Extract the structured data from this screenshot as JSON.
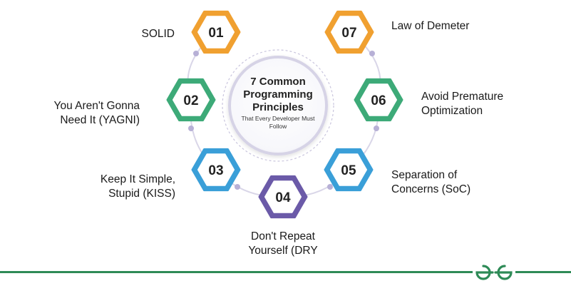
{
  "diagram": {
    "center": {
      "title": "7 Common Programming Principles",
      "subtitle": "That Every Developer Must Follow"
    },
    "principles": [
      {
        "number": "01",
        "label": "SOLID",
        "color": "#f0a030"
      },
      {
        "number": "02",
        "label": "You Aren't Gonna\nNeed It (YAGNI)",
        "color": "#3daa78"
      },
      {
        "number": "03",
        "label": "Keep It Simple,\nStupid (KISS)",
        "color": "#3a9fd8"
      },
      {
        "number": "04",
        "label": "Don't Repeat\nYourself (DRY",
        "color": "#6b5aa8"
      },
      {
        "number": "05",
        "label": "Separation of\nConcerns (SoC)",
        "color": "#3a9fd8"
      },
      {
        "number": "06",
        "label": "Avoid Premature\nOptimization",
        "color": "#3daa78"
      },
      {
        "number": "07",
        "label": "Law of Demeter",
        "color": "#f0a030"
      }
    ]
  },
  "footer": {
    "logo_icon": "gfg-logo-icon",
    "line_color": "#2e8b57"
  }
}
